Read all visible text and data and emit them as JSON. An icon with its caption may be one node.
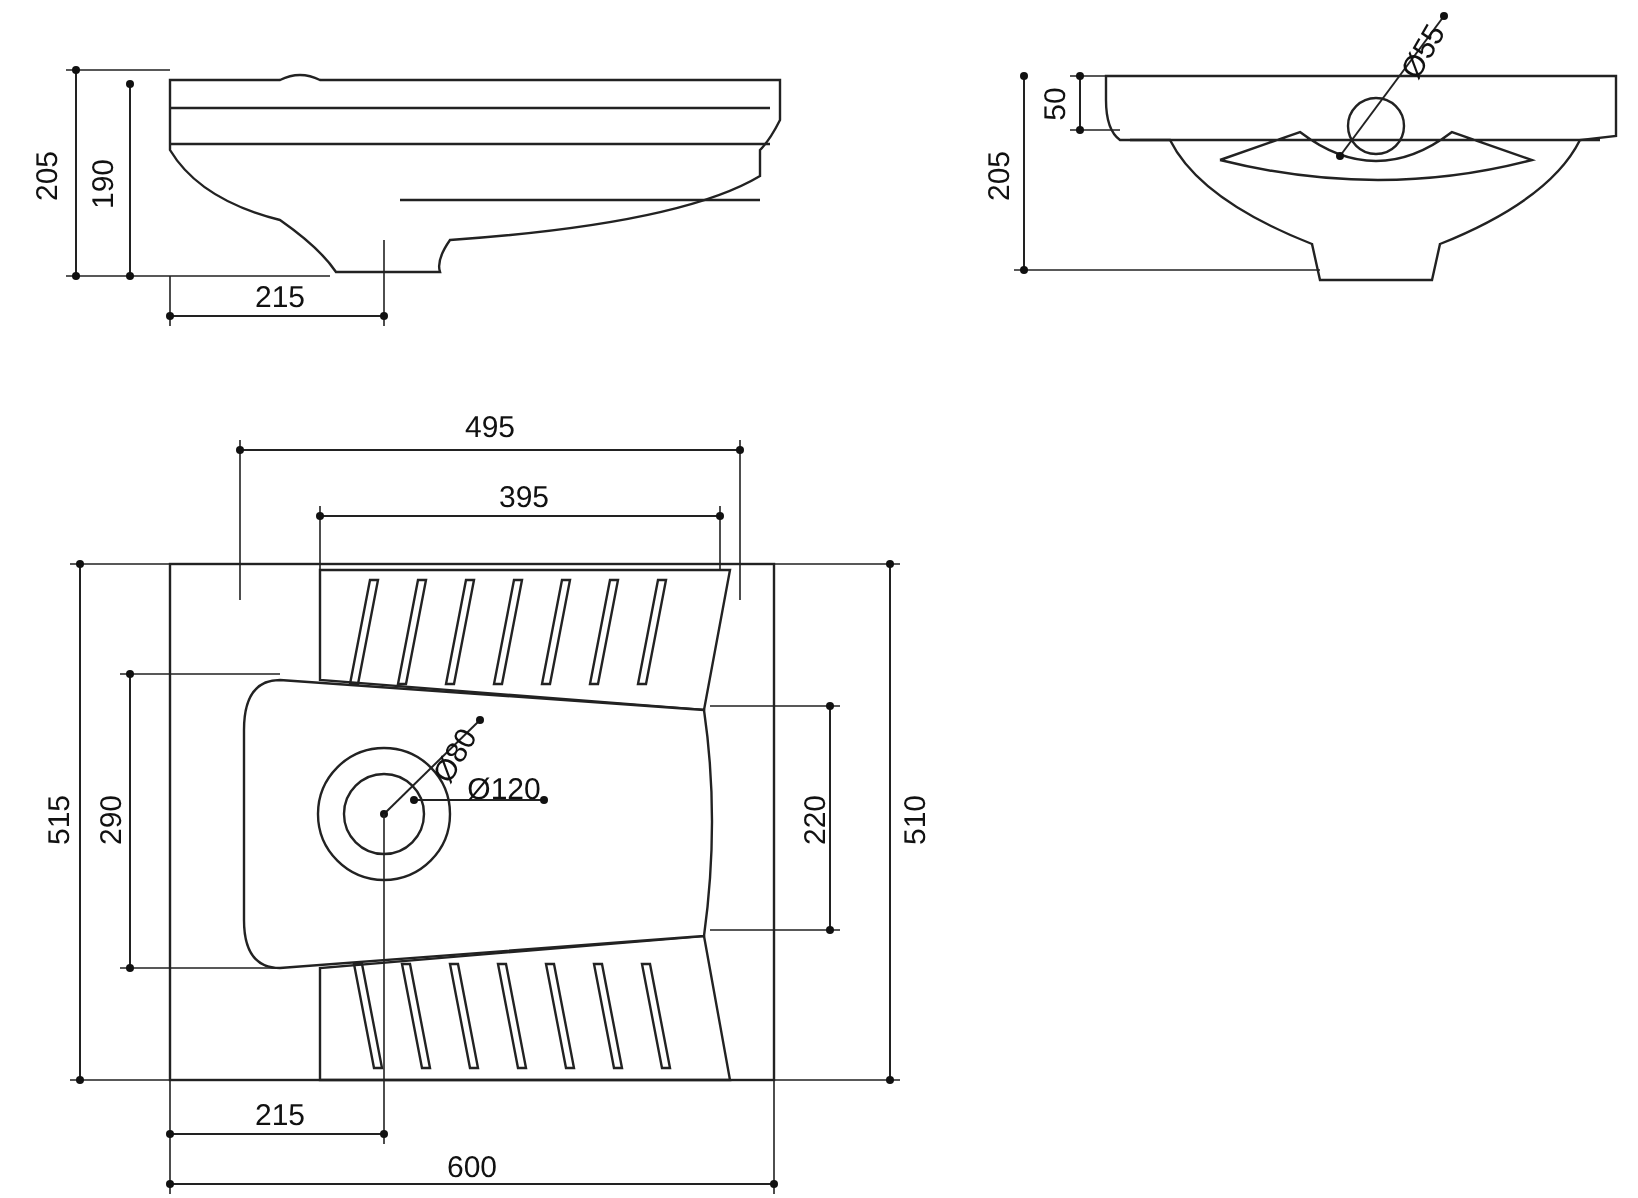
{
  "diagram": {
    "labels": [
      "205",
      "190",
      "215",
      "Ø55",
      "50",
      "205",
      "495",
      "395",
      "515",
      "290",
      "Ø80",
      "Ø120",
      "220",
      "510",
      "215",
      "600"
    ]
  }
}
